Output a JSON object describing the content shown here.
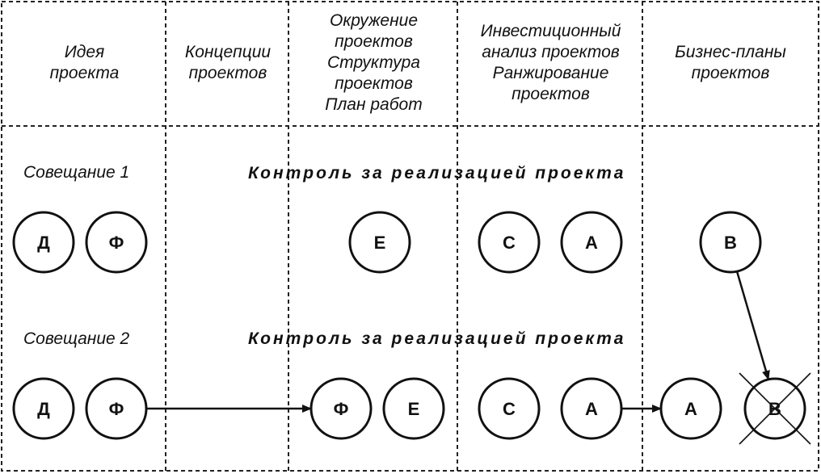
{
  "columns": [
    {
      "lines": [
        "Идея",
        "проекта"
      ]
    },
    {
      "lines": [
        "Концепции",
        "проектов"
      ]
    },
    {
      "lines": [
        "Окружение",
        "проектов",
        "Структура",
        "проектов",
        "План работ"
      ]
    },
    {
      "lines": [
        "Инвестиционный",
        "анализ проектов",
        "Ранжирование",
        "проектов"
      ]
    },
    {
      "lines": [
        "Бизнес-планы",
        "проектов"
      ]
    }
  ],
  "meetings": [
    {
      "label": "Совещание 1",
      "control": "Контроль за реализацией проекта",
      "nodes": [
        {
          "letter": "Д",
          "crossed": false
        },
        {
          "letter": "Ф",
          "crossed": false
        },
        {
          "letter": "Е",
          "crossed": false
        },
        {
          "letter": "С",
          "crossed": false
        },
        {
          "letter": "А",
          "crossed": false
        },
        {
          "letter": "В",
          "crossed": false
        }
      ]
    },
    {
      "label": "Совещание 2",
      "control": "Контроль за реализацией проекта",
      "nodes": [
        {
          "letter": "Д",
          "crossed": false
        },
        {
          "letter": "Ф",
          "crossed": false
        },
        {
          "letter": "Ф",
          "crossed": false
        },
        {
          "letter": "Е",
          "crossed": false
        },
        {
          "letter": "С",
          "crossed": false
        },
        {
          "letter": "А",
          "crossed": false
        },
        {
          "letter": "А",
          "crossed": false
        },
        {
          "letter": "В",
          "crossed": true
        }
      ]
    }
  ],
  "arrows": [
    {
      "from": "Ф (Совещание 2, Идея проекта)",
      "to": "Ф (Совещание 2, Окружение проектов)"
    },
    {
      "from": "А (Совещание 2, Инвестиционный анализ)",
      "to": "А (Совещание 2, Бизнес-планы)"
    },
    {
      "from": "В (Совещание 1, Бизнес-планы)",
      "to": "В (Совещание 2, Бизнес-планы)"
    }
  ]
}
